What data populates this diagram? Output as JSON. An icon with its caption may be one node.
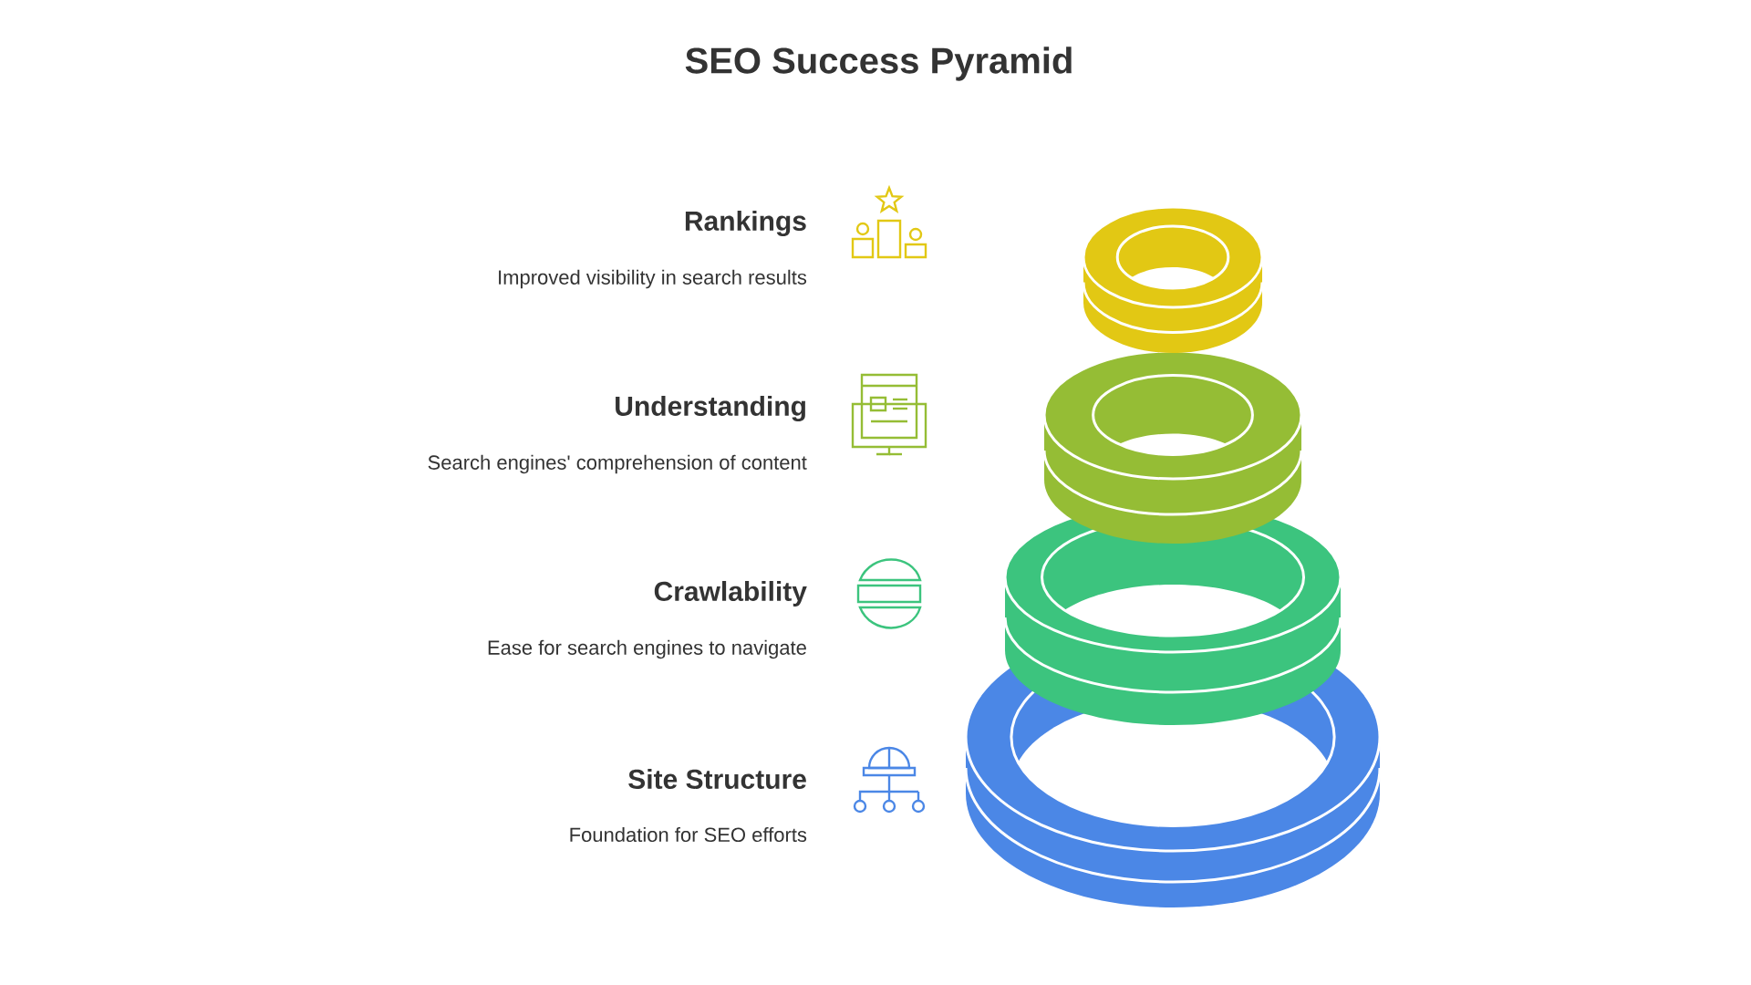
{
  "diagram": {
    "title": "SEO Success Pyramid",
    "labels": [
      "Rankings",
      "Improved visibility in search results",
      "Understanding",
      "Search engines' comprehension of content",
      "Crawlability",
      "Ease for search engines to navigate",
      "Site Structure",
      "Foundation for SEO efforts"
    ]
  }
}
